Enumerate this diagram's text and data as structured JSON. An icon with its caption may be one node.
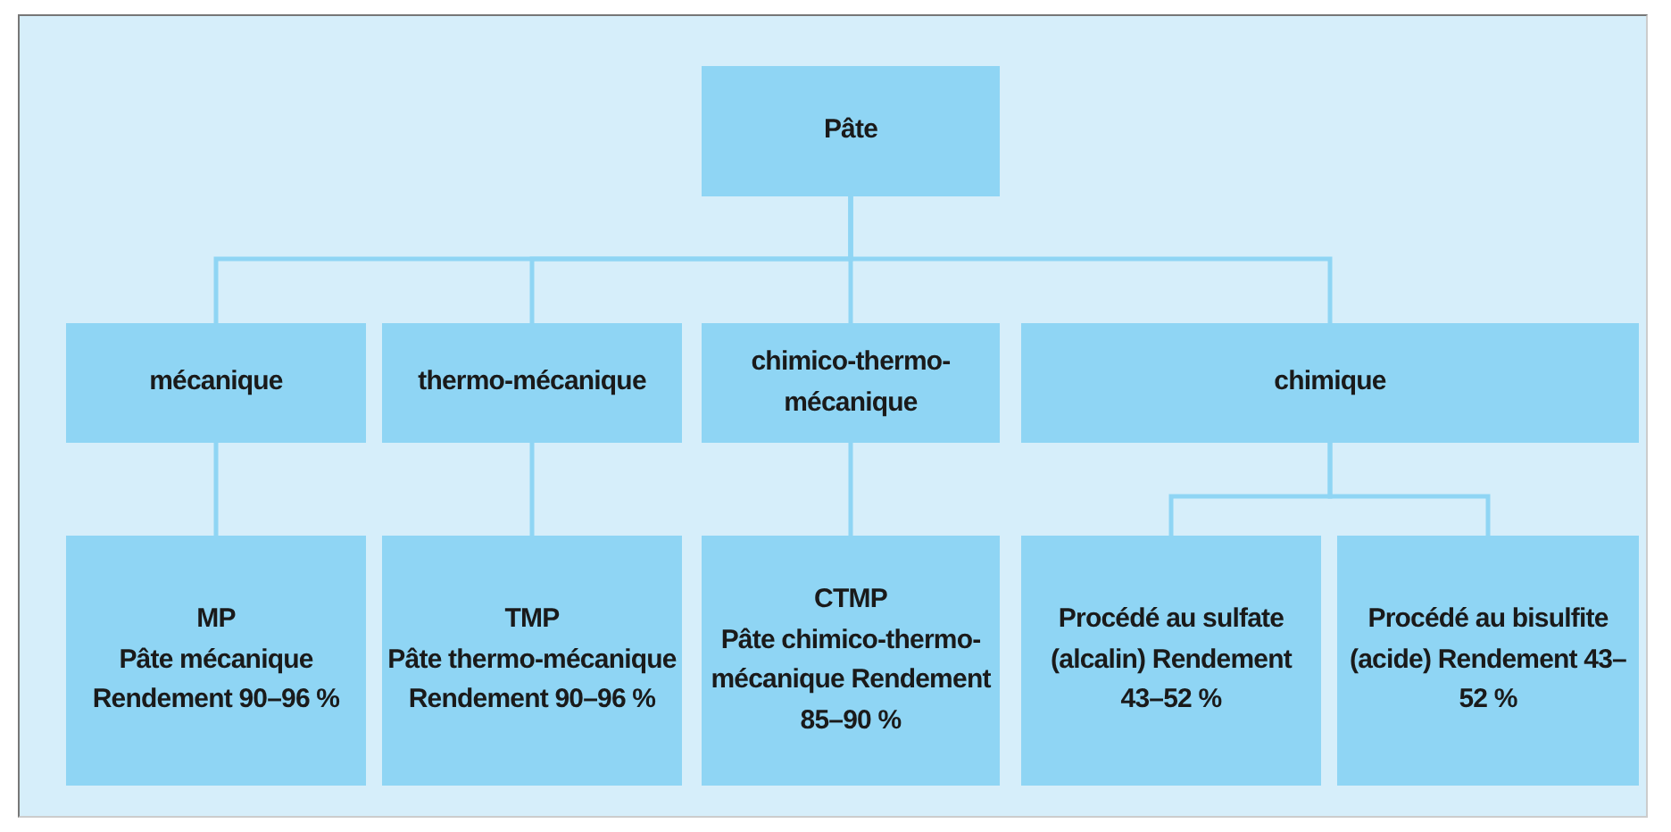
{
  "diagram": {
    "nodes": [
      {
        "text": [
          "Pâte"
        ]
      },
      {
        "text": [
          "mécanique"
        ]
      },
      {
        "text": [
          "thermo-mécanique"
        ]
      },
      {
        "text": [
          "chimico-thermo-mécanique"
        ]
      },
      {
        "text": [
          "chimique"
        ]
      },
      {
        "text": [
          "MP",
          "Pâte mécanique Rendement 90–96 %"
        ]
      },
      {
        "text": [
          "TMP",
          "Pâte thermo-mécanique Rendement 90–96 %"
        ]
      },
      {
        "text": [
          "CTMP",
          "Pâte chimico-thermo-mécanique Rendement 85–90 %"
        ]
      },
      {
        "text": [
          "Procédé au sulfate (alcalin) Rendement 43–52 %"
        ]
      },
      {
        "text": [
          "Procédé au bisulfite (acide) Rendement 43–52 %"
        ]
      }
    ],
    "edges": [
      {
        "from": 0,
        "to": 1,
        "arrow": "none"
      },
      {
        "from": 0,
        "to": 2,
        "arrow": "none"
      },
      {
        "from": 0,
        "to": 3,
        "arrow": "none"
      },
      {
        "from": 0,
        "to": 4,
        "arrow": "none"
      },
      {
        "from": 1,
        "to": 5,
        "arrow": "none"
      },
      {
        "from": 2,
        "to": 6,
        "arrow": "none"
      },
      {
        "from": 3,
        "to": 7,
        "arrow": "none"
      },
      {
        "from": 4,
        "to": 8,
        "arrow": "none"
      },
      {
        "from": 4,
        "to": 9,
        "arrow": "none"
      }
    ]
  }
}
